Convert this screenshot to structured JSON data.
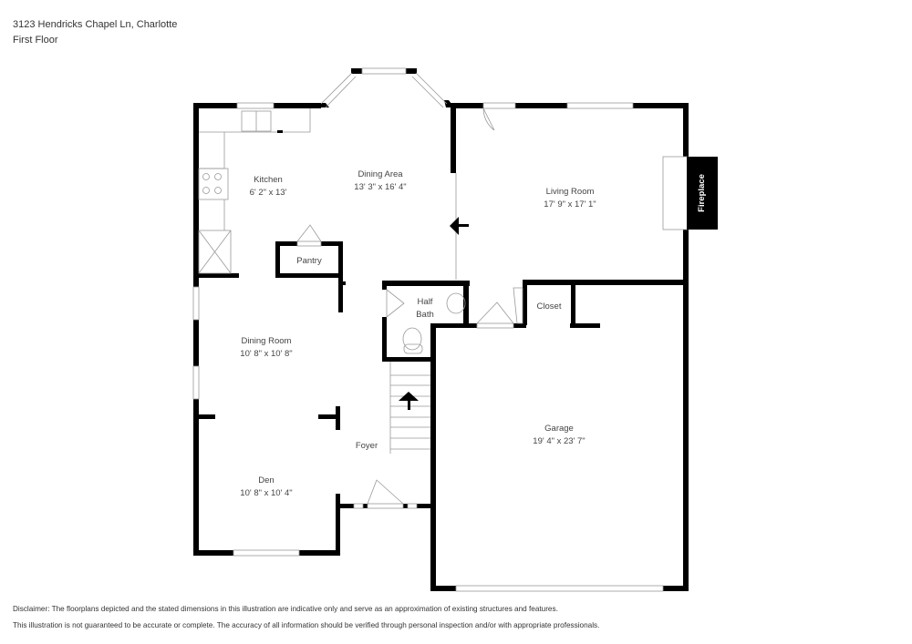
{
  "header": {
    "address": "3123 Hendricks Chapel Ln, Charlotte",
    "floor": "First Floor"
  },
  "rooms": {
    "kitchen": {
      "name": "Kitchen",
      "dims": "6' 2\" x 13'"
    },
    "dining_area": {
      "name": "Dining Area",
      "dims": "13' 3\" x 16' 4\""
    },
    "living_room": {
      "name": "Living Room",
      "dims": "17' 9\" x 17' 1\""
    },
    "pantry": {
      "name": "Pantry"
    },
    "half_bath": {
      "name_line1": "Half",
      "name_line2": "Bath"
    },
    "closet": {
      "name": "Closet"
    },
    "dining_room": {
      "name": "Dining Room",
      "dims": "10' 8\" x 10' 8\""
    },
    "den": {
      "name": "Den",
      "dims": "10' 8\" x 10' 4\""
    },
    "foyer": {
      "name": "Foyer"
    },
    "garage": {
      "name": "Garage",
      "dims": "19' 4\" x 23' 7\""
    },
    "fireplace": {
      "name": "Fireplace"
    }
  },
  "disclaimer": {
    "line1": "Disclaimer: The floorplans depicted and the stated dimensions in this illustration are indicative only and serve as an approximation of existing structures and features.",
    "line2": "This illustration is not guaranteed to be accurate or complete. The accuracy of all information should be verified through personal inspection and/or with appropriate professionals."
  },
  "colors": {
    "wall": "#000000",
    "text": "#444444",
    "background": "#ffffff"
  }
}
